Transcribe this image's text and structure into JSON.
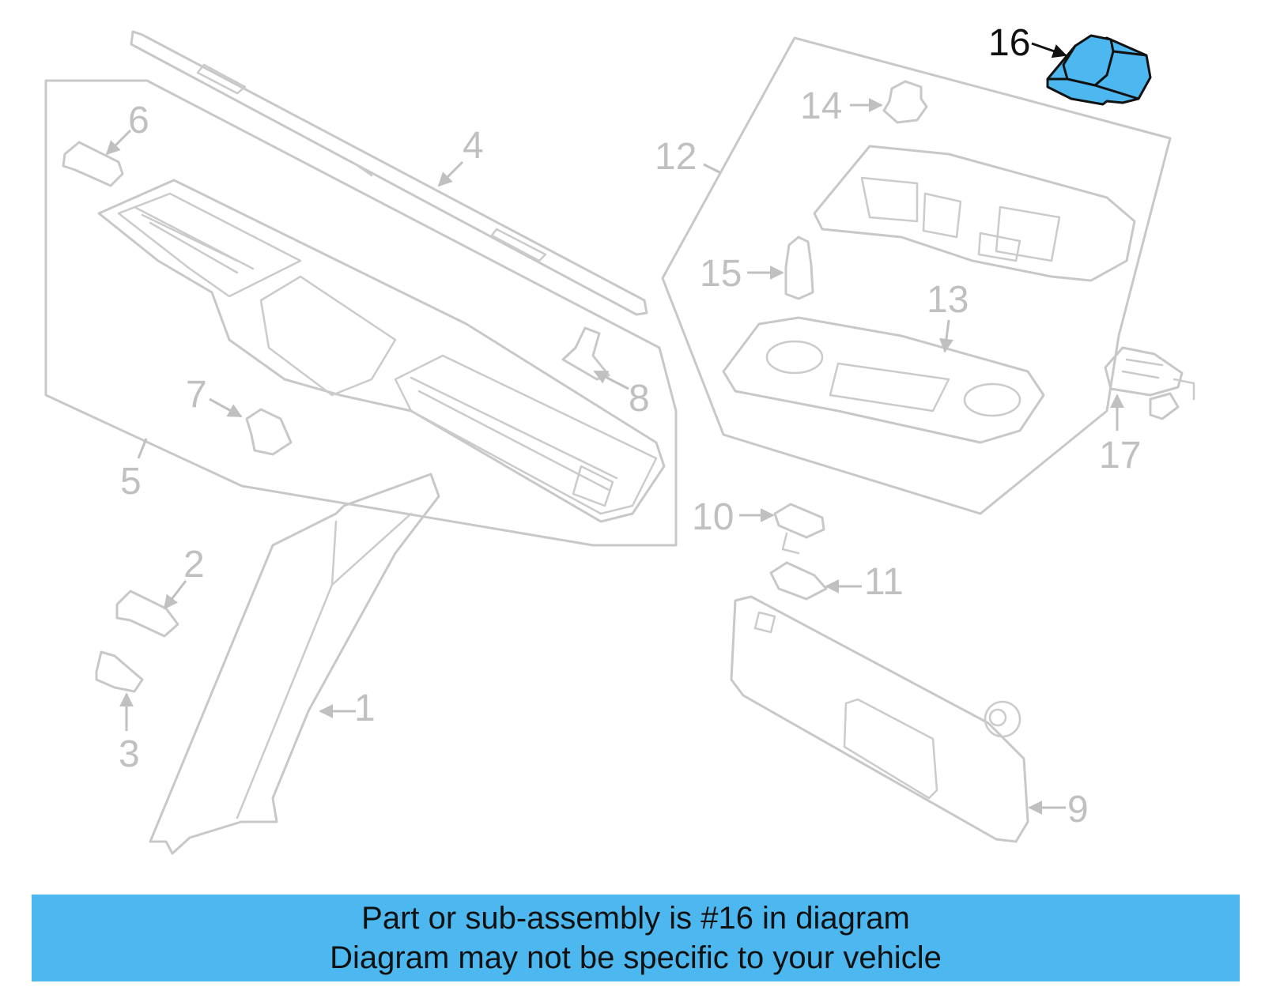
{
  "callouts": [
    "1",
    "2",
    "3",
    "4",
    "5",
    "6",
    "7",
    "8",
    "9",
    "10",
    "11",
    "12",
    "13",
    "14",
    "15",
    "16",
    "17"
  ],
  "highlighted_part": "16",
  "colors": {
    "highlight": "#4db8f0",
    "line": "#c8c8c8",
    "label": "#c0c0c0",
    "banner": "#4db8f0"
  },
  "banner": {
    "line1": "Part or sub-assembly is #16 in diagram",
    "line2": "Diagram may not be specific to your vehicle"
  }
}
